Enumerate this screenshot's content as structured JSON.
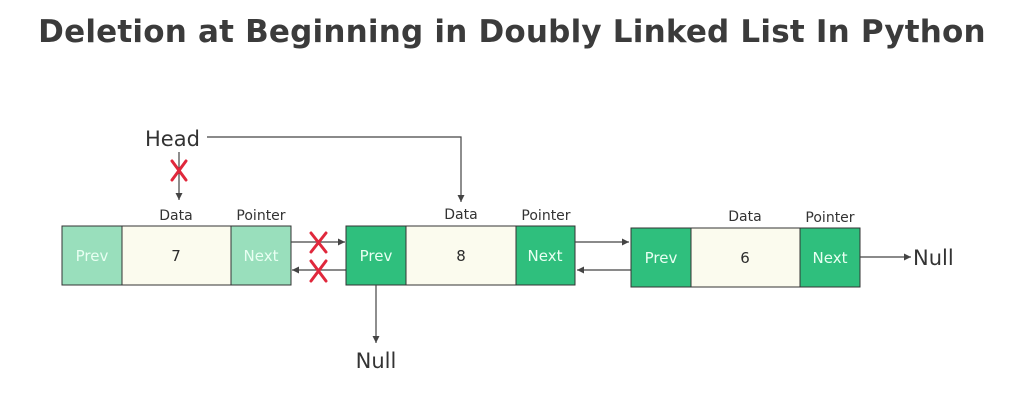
{
  "title": "Deletion at Beginning in Doubly Linked List In Python",
  "head_label": "Head",
  "null_label": "Null",
  "nodes": [
    {
      "state": "deleted",
      "data_label": "Data",
      "pointer_label": "Pointer",
      "prev_label": "Prev",
      "value": "7",
      "next_label": "Next"
    },
    {
      "state": "active",
      "data_label": "Data",
      "pointer_label": "Pointer",
      "prev_label": "Prev",
      "value": "8",
      "next_label": "Next"
    },
    {
      "state": "active",
      "data_label": "Data",
      "pointer_label": "Pointer",
      "prev_label": "Prev",
      "value": "6",
      "next_label": "Next"
    }
  ],
  "colors": {
    "deleted_fill": "#99dfbc",
    "active_fill": "#2fbf7d",
    "data_fill": "#fbfbee",
    "cross": "#e0283c",
    "line": "#444444",
    "title": "#3b3b3b"
  }
}
